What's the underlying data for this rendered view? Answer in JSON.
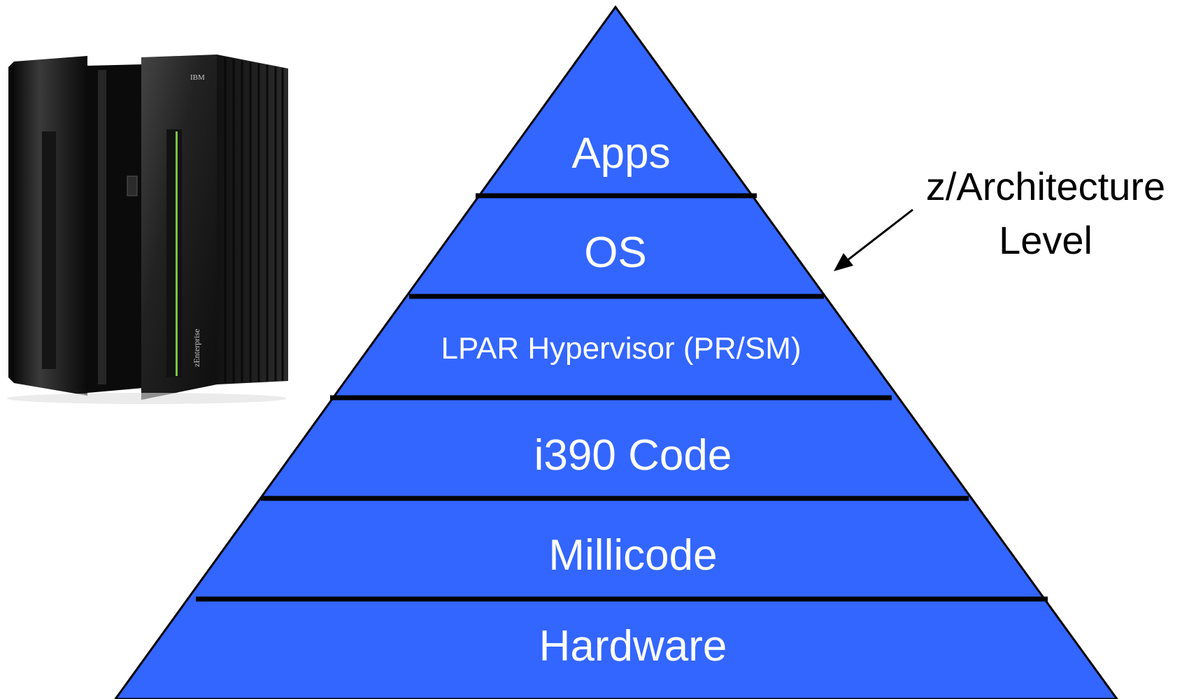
{
  "diagram": {
    "fill_color": "#3366ff",
    "outline_color": "#000000",
    "layers": [
      {
        "label": "Apps"
      },
      {
        "label": "OS"
      },
      {
        "label": "LPAR Hypervisor (PR/SM)"
      },
      {
        "label": "i390 Code"
      },
      {
        "label": "Millicode"
      },
      {
        "label": "Hardware"
      }
    ],
    "callout": {
      "line1": "z/Architecture",
      "line2": "Level"
    }
  },
  "mainframe_image": {
    "brand_label": "IBM",
    "model_label": "zEnterprise",
    "body_color": "#1a1a1a",
    "accent_color": "#7cc242"
  }
}
